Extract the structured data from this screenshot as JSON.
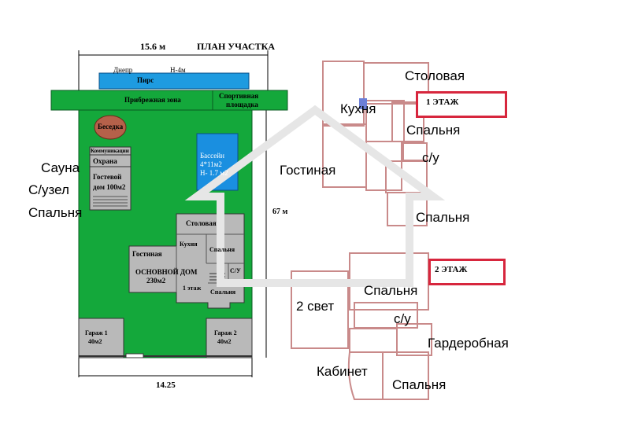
{
  "site_plan": {
    "title": "ПЛАН УЧАСТКА",
    "top_dimension": "15.6 м",
    "right_dimension": "67 м",
    "bottom_dimension": "14.25",
    "river_label": "Днепр",
    "river_depth": "Н-4м",
    "pier_label": "Пирс",
    "shore_label": "Прибрежная зона",
    "sports_label_1": "Спортивная",
    "sports_label_2": "площадка",
    "gazebo_label": "Беседка",
    "guest_block": {
      "communications": "Коммуникации",
      "security": "Охрана",
      "guest_house_1": "Гостевой",
      "guest_house_2": "дом 100м2"
    },
    "pool": {
      "line1": "Бассейн",
      "line2": "4*11м2",
      "line3": "Н- 1.7 м2"
    },
    "main_house": {
      "dining": "Столовая",
      "living": "Гостиная",
      "kitchen": "Кухня",
      "bedroom_1": "Спальня",
      "bathroom": "С/У",
      "title": "ОСНОВНОЙ ДОМ",
      "area": "230м2",
      "floor": "1 этаж",
      "bedroom_2": "Спальня"
    },
    "garage_1": {
      "line1": "Гараж 1",
      "line2": "40м2"
    },
    "garage_2": {
      "line1": "Гараж 2",
      "line2": "40м2"
    },
    "side_labels": [
      "Сауна",
      "С/узел",
      "Спальня"
    ]
  },
  "floor_plans": {
    "floor1": {
      "tag": "1 ЭТАЖ",
      "rooms": [
        "Столовая",
        "Кухня",
        "Спальня",
        "с/у",
        "Гостиная",
        "Спальня"
      ]
    },
    "floor2": {
      "tag": "2 ЭТАЖ",
      "rooms": [
        "Спальня",
        "2 свет",
        "с/у",
        "Гардеробная",
        "Кабинет",
        "Спальня"
      ]
    }
  },
  "colors": {
    "grass": "#14a83b",
    "water": "#1e9be0",
    "pool": "#1a8fe0",
    "building_gray": "#b9b9b9",
    "gazebo": "#b5614a",
    "wall_red": "#c98a8a",
    "tag_border": "#d7263d"
  }
}
